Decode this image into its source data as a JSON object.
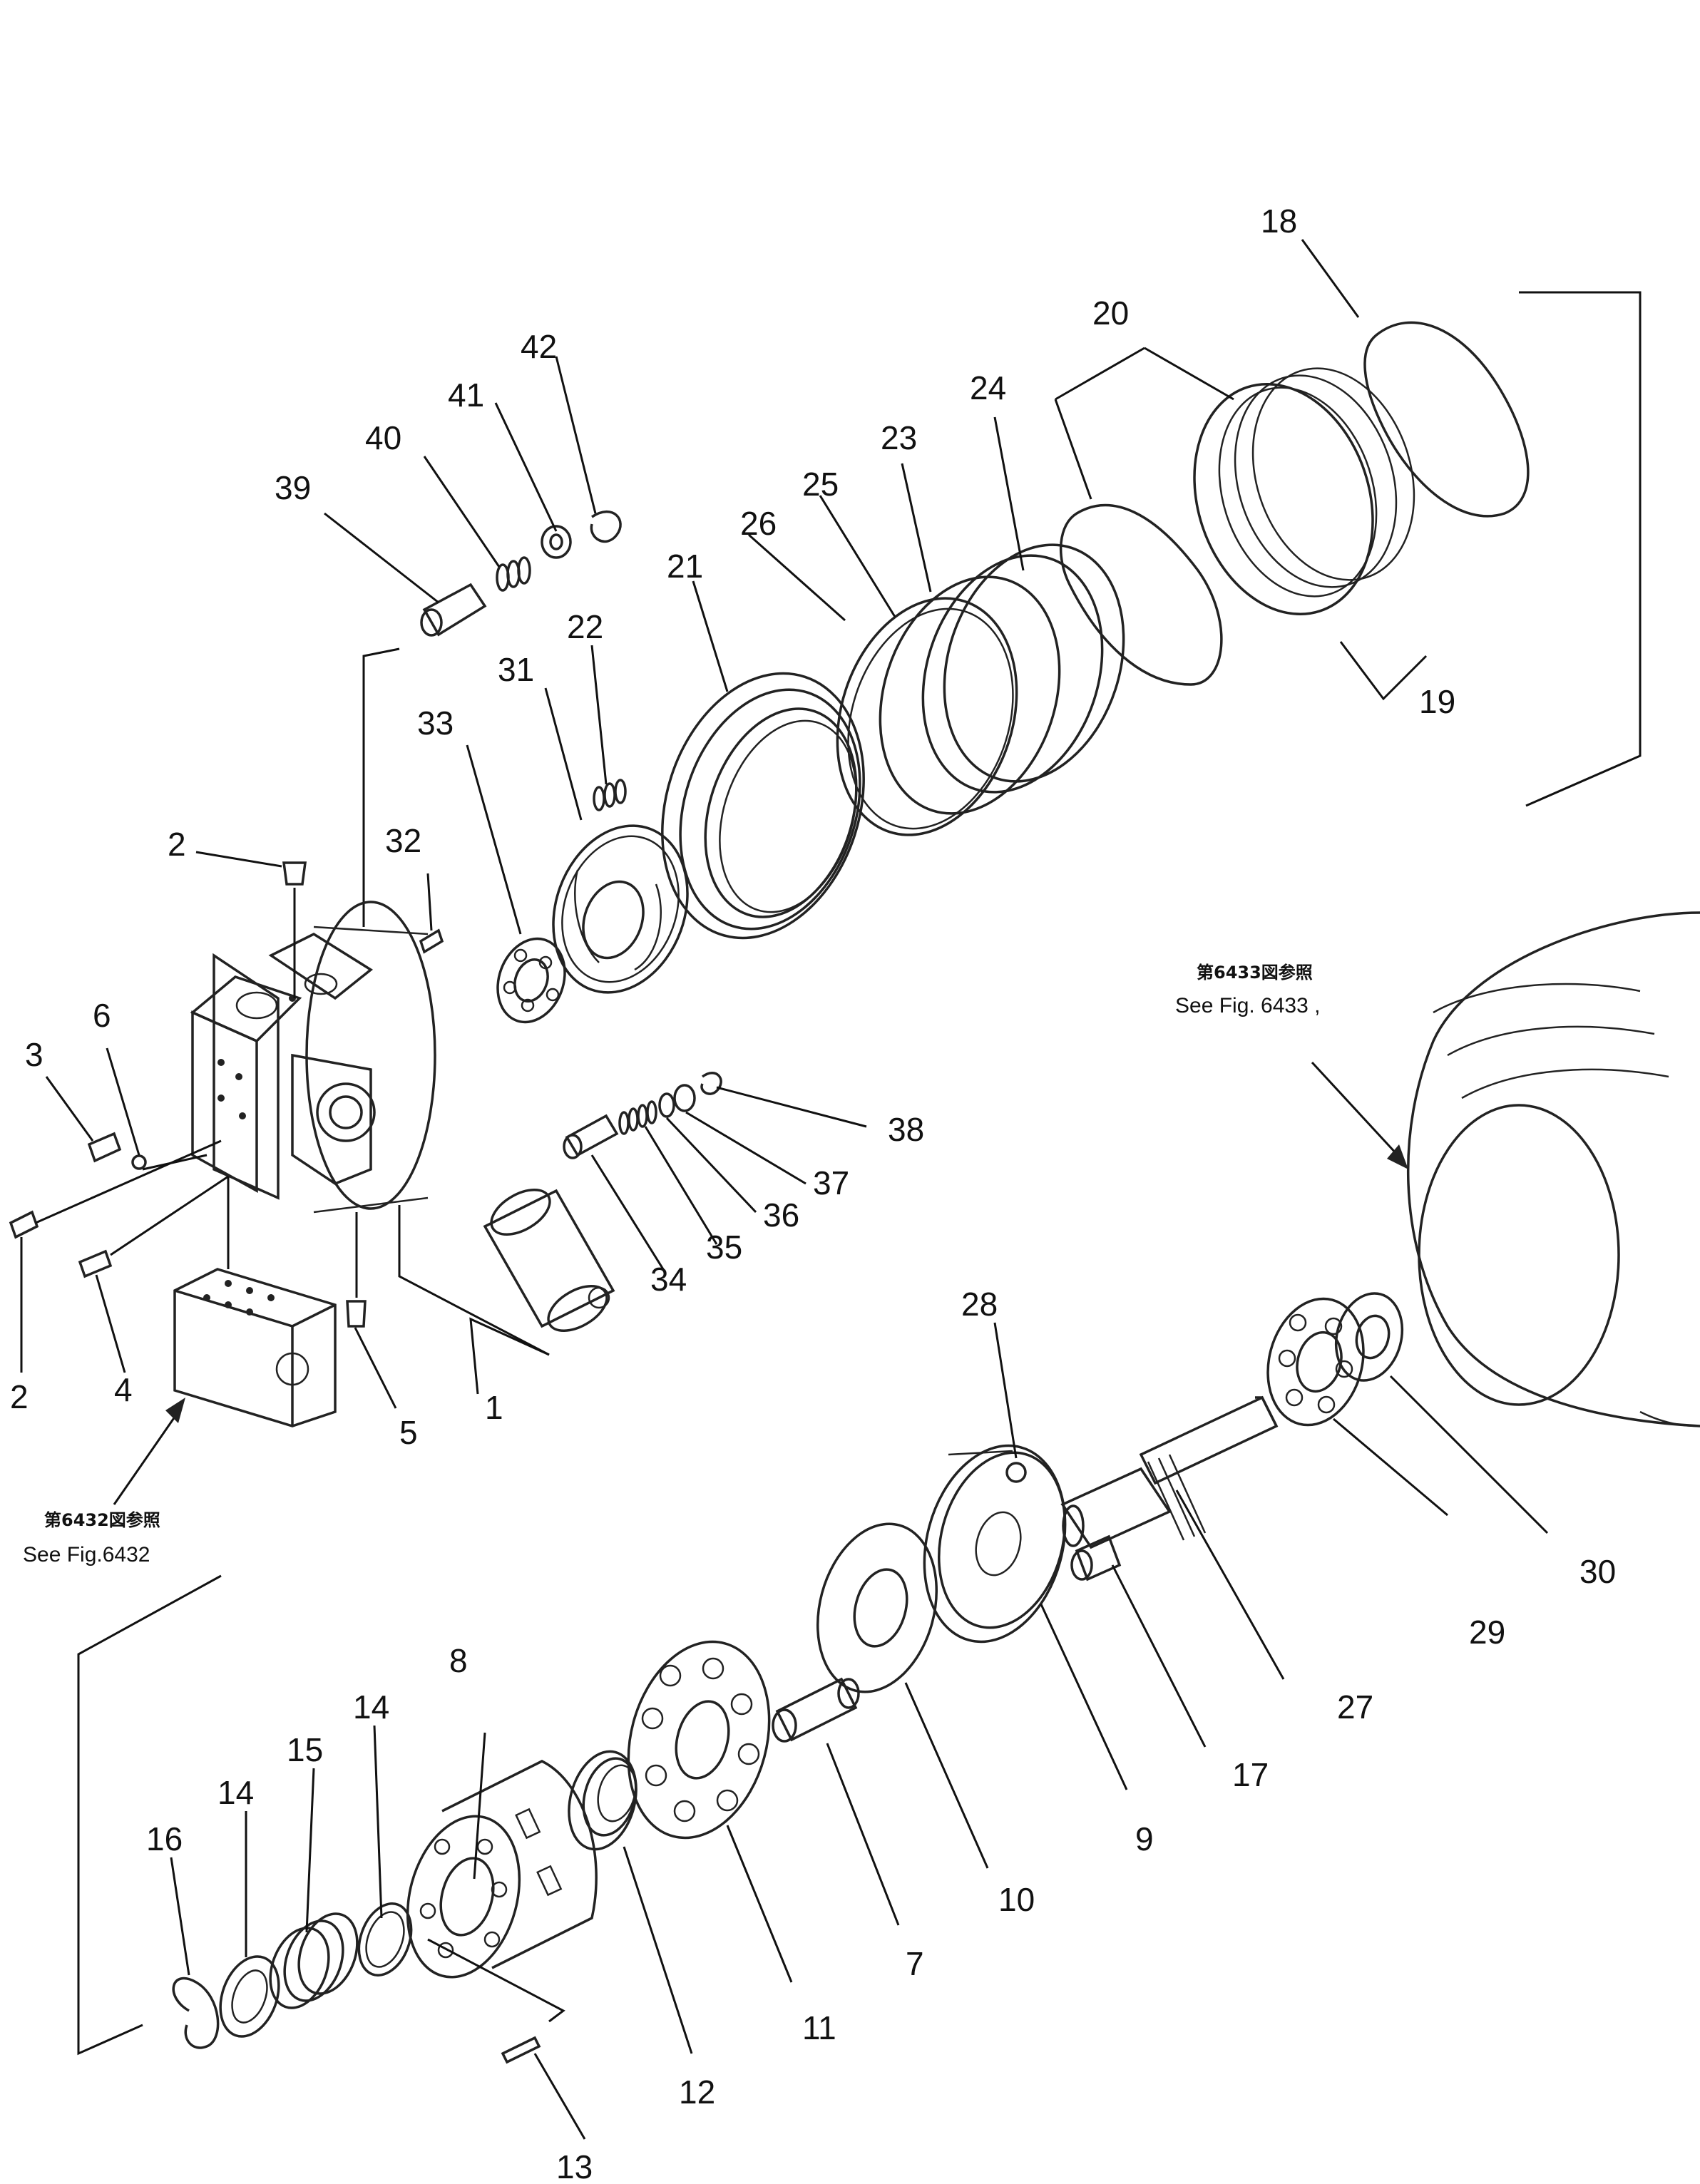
{
  "parts": [
    "1",
    "2",
    "3",
    "4",
    "5",
    "6",
    "7",
    "8",
    "9",
    "10",
    "11",
    "12",
    "13",
    "14",
    "15",
    "16",
    "17",
    "18",
    "19",
    "20",
    "21",
    "22",
    "23",
    "24",
    "25",
    "26",
    "27",
    "28",
    "29",
    "30",
    "31",
    "32",
    "33",
    "34",
    "35",
    "36",
    "37",
    "38",
    "39",
    "40",
    "41",
    "42"
  ],
  "references": {
    "fig6432_jp": "第6432図参照",
    "fig6432_en": "See Fig.6432",
    "fig6433_jp": "第6433図参照",
    "fig6433_en": "See Fig. 6433 ,"
  },
  "colors": {
    "ink": "#222222",
    "paper": "#ffffff"
  }
}
